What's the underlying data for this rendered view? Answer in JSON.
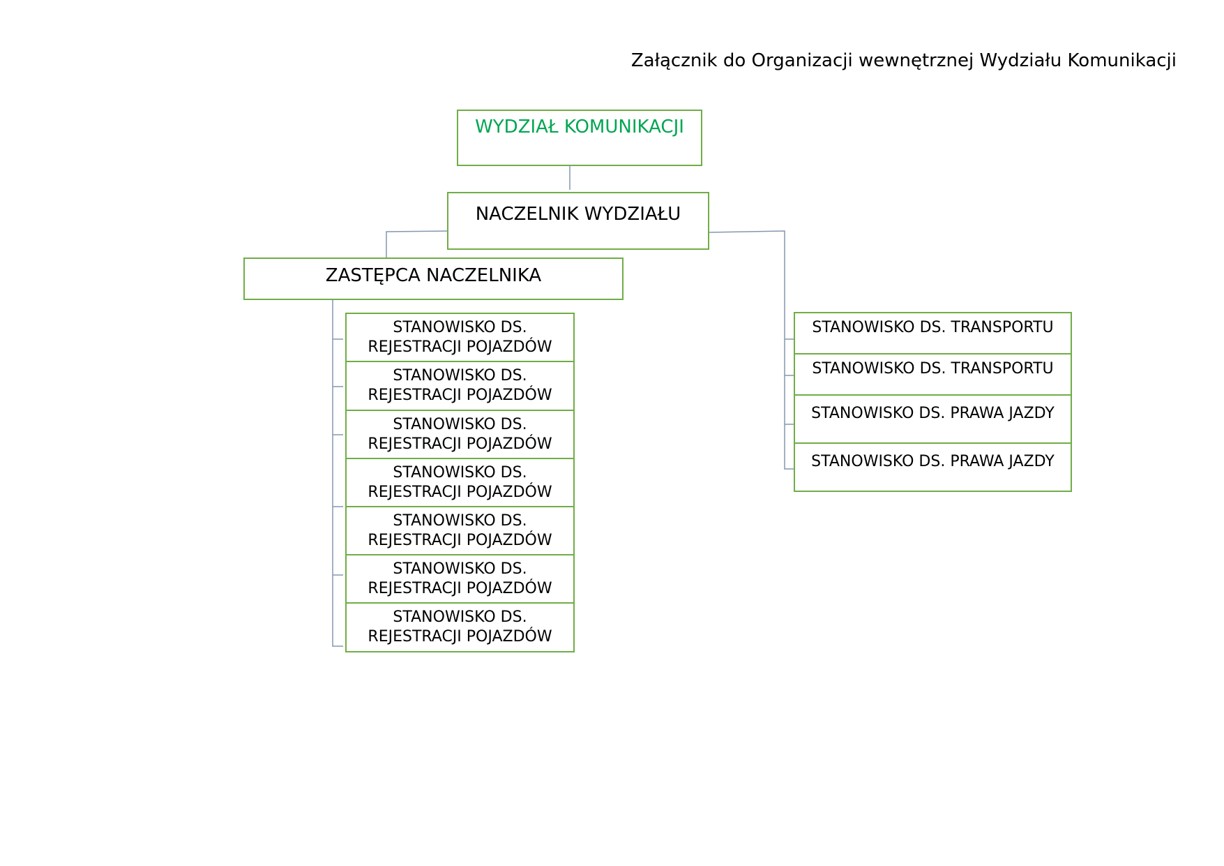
{
  "caption": "Załącznik do Organizacji wewnętrznej Wydziału Komunikacji",
  "top_unit": "WYDZIAŁ KOMUNIKACJI",
  "head": "NACZELNIK WYDZIAŁU",
  "deputy": "ZASTĘPCA NACZELNIKA",
  "left_positions": [
    "STANOWISKO DS. REJESTRACJI POJAZDÓW",
    "STANOWISKO DS. REJESTRACJI POJAZDÓW",
    "STANOWISKO DS. REJESTRACJI POJAZDÓW",
    "STANOWISKO DS. REJESTRACJI POJAZDÓW",
    "STANOWISKO DS. REJESTRACJI POJAZDÓW",
    "STANOWISKO DS. REJESTRACJI POJAZDÓW",
    "STANOWISKO DS. REJESTRACJI POJAZDÓW"
  ],
  "right_positions": [
    "STANOWISKO DS. TRANSPORTU",
    "STANOWISKO DS. TRANSPORTU",
    "STANOWISKO DS. PRAWA JAZDY",
    "STANOWISKO DS. PRAWA JAZDY"
  ],
  "colors": {
    "box_border": "#70ad47",
    "top_text": "#00a651",
    "connector": "#8497b0"
  }
}
